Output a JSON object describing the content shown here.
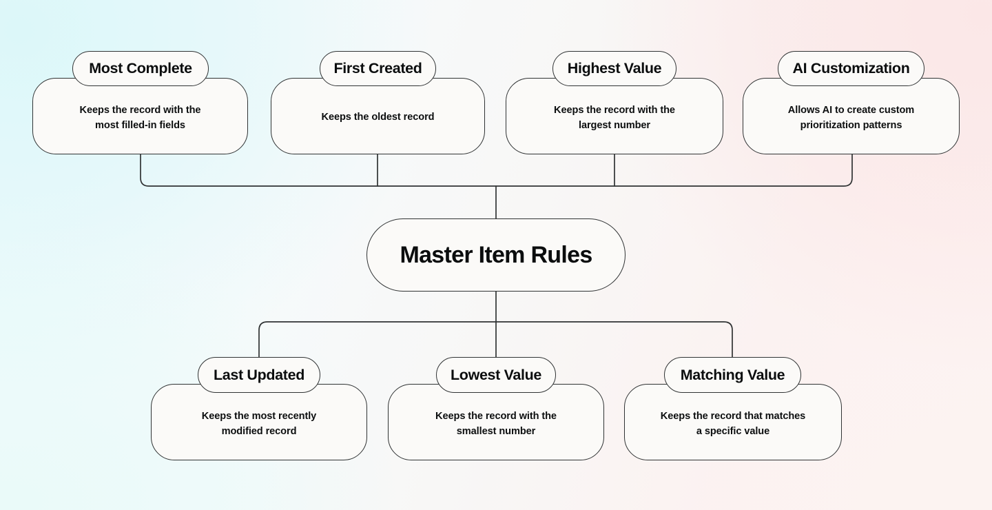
{
  "diagram": {
    "title": "Master Item Rules",
    "center": {
      "label": "Master Item Rules"
    },
    "colors": {
      "card_fill": "#fbfaf8",
      "stroke": "#2f3233",
      "text": "#0b0d0e",
      "bg_top_left": "#dcf7f9",
      "bg_top_right": "#fbe7e7",
      "bg_bottom_left": "#eafaf9",
      "bg_bottom_right": "#fcf3f1"
    },
    "top_nodes": [
      {
        "id": "most-complete",
        "title": "Most Complete",
        "description": "Keeps the record with the\nmost filled-in fields"
      },
      {
        "id": "first-created",
        "title": "First Created",
        "description": "Keeps the oldest record"
      },
      {
        "id": "highest-value",
        "title": "Highest Value",
        "description": "Keeps the record with the\nlargest number"
      },
      {
        "id": "ai-customization",
        "title": "AI Customization",
        "description": "Allows AI to create custom\nprioritization patterns"
      }
    ],
    "bottom_nodes": [
      {
        "id": "last-updated",
        "title": "Last Updated",
        "description": "Keeps the most recently\nmodified record"
      },
      {
        "id": "lowest-value",
        "title": "Lowest Value",
        "description": "Keeps the record with the\nsmallest number"
      },
      {
        "id": "matching-value",
        "title": "Matching Value",
        "description": "Keeps the record that matches\na specific value"
      }
    ]
  }
}
